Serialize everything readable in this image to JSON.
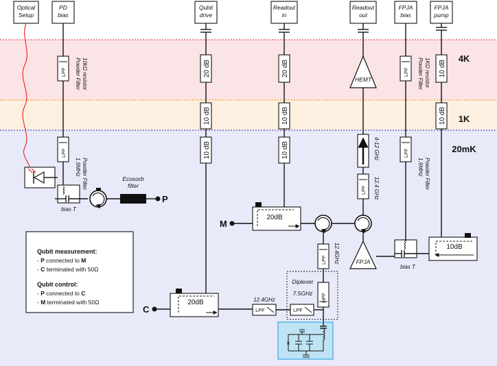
{
  "temperature_stages": {
    "k4": "4K",
    "k1": "1K",
    "mk20": "20mK"
  },
  "colors": {
    "band_4k": "#fbe4e6",
    "band_1k": "#fdf0e0",
    "band_20mk": "#e8eafa",
    "label_4k": "#e01b1b",
    "label_1k": "#f08c00",
    "label_20mk": "#1a2fb0",
    "fiber": "#ee1c1c",
    "chip": "#bfe3f5"
  },
  "top_lines": {
    "optical": [
      "Optical",
      "Setup"
    ],
    "pd_bias": [
      "PD",
      "bias"
    ],
    "qubit_drive": [
      "Qubit",
      "drive"
    ],
    "readout_in": [
      "Readout",
      "in"
    ],
    "readout_out": [
      "Readout",
      "out"
    ],
    "fpja_bias": [
      "FPJA",
      "bias"
    ],
    "fpja_pump": [
      "FPJA",
      "pump"
    ]
  },
  "attenuators": {
    "qd_4k": "20 dB",
    "qd_1k": "10 dB",
    "qd_mk": "10 dB",
    "ri_4k": "20 dB",
    "ri_1k": "10 dB",
    "ri_mk": "10 dB",
    "pump_4k": "10 dB",
    "pump_1k": "10 dB"
  },
  "filters": {
    "lpf": "LPF",
    "hpf": "HPF",
    "pd_4k_note": [
      "Powder Filter",
      "10kΩ resistor"
    ],
    "pd_mk_note": [
      "1.9MHz",
      "Powder Filter"
    ],
    "fpja_4k_note": [
      "Powder Filter",
      "1KΩ resistor"
    ],
    "fpja_mk_note": [
      "1.9MHz",
      "Powder Filter"
    ],
    "ro_lpf_note": "12.4 GHz",
    "band_note": "4-12 GHz",
    "qc_lpf_note": "12.4GHz",
    "chip_lpf_note": "12.4GHz"
  },
  "components": {
    "hemt": "HEMT",
    "fpja": "FPJA",
    "bias_t": "bias T",
    "ecosorb": [
      "Ecosorb",
      "filter"
    ],
    "coupler_m": "20dB",
    "coupler_c": "20dB",
    "coupler_p": "10dB",
    "diplexer": [
      "Diplexer",
      "7.5GHz"
    ]
  },
  "ports": {
    "p": "P",
    "m": "M",
    "c": "C"
  },
  "legend": {
    "meas_title": "Qubit measurement:",
    "meas_1": [
      "- ",
      "P",
      " connected to ",
      "M"
    ],
    "meas_2": [
      "- ",
      "C",
      " terminated with 50Ω"
    ],
    "ctrl_title": "Qubit control:",
    "ctrl_1": [
      "- ",
      "P",
      " connected to ",
      "C"
    ],
    "ctrl_2": [
      "- ",
      "M",
      " terminated with 50Ω"
    ]
  }
}
